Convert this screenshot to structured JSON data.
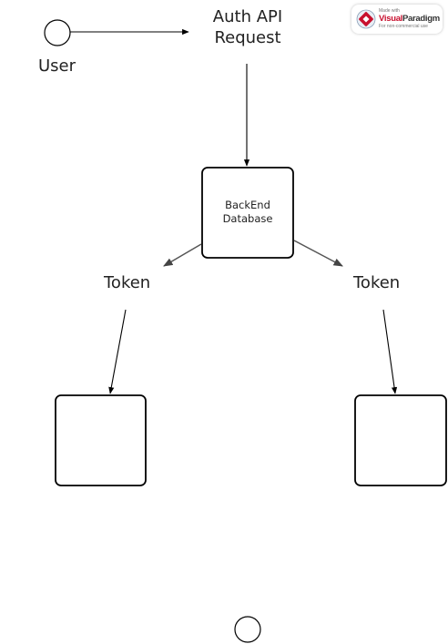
{
  "nodes": {
    "user_label": "User",
    "request_label": "Auth API\nRequest",
    "backend_label": "BackEnd\nDatabase",
    "token_left_label": "Token",
    "token_right_label": "Token"
  },
  "watermark": {
    "made_with": "Made with",
    "brand_prefix": "Visual",
    "brand_suffix": "Paradigm",
    "note": "For non-commercial use"
  },
  "colors": {
    "stroke": "#000000",
    "connector_soft": "#555555",
    "background": "#ffffff",
    "brand_red": "#c8102e"
  }
}
